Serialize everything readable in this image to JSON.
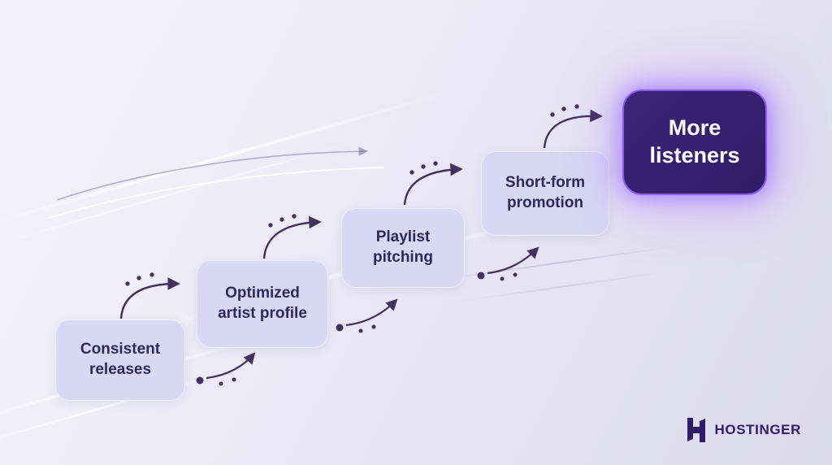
{
  "diagram": {
    "steps": [
      {
        "label": "Consistent releases"
      },
      {
        "label": "Optimized artist profile"
      },
      {
        "label": "Playlist pitching"
      },
      {
        "label": "Short-form promotion"
      },
      {
        "label": "More listeners"
      }
    ]
  },
  "brand": {
    "name": "HOSTINGER",
    "logo_icon": "hostinger-h-icon"
  },
  "colors": {
    "background": "#e9e7f6",
    "step_box": "#d9d7f3",
    "step_text": "#2e295c",
    "final_box": "#371f6b",
    "final_text": "#ffffff",
    "arrow": "#43315f",
    "glow": "#9054ff",
    "brand_text": "#2f1c6a"
  }
}
